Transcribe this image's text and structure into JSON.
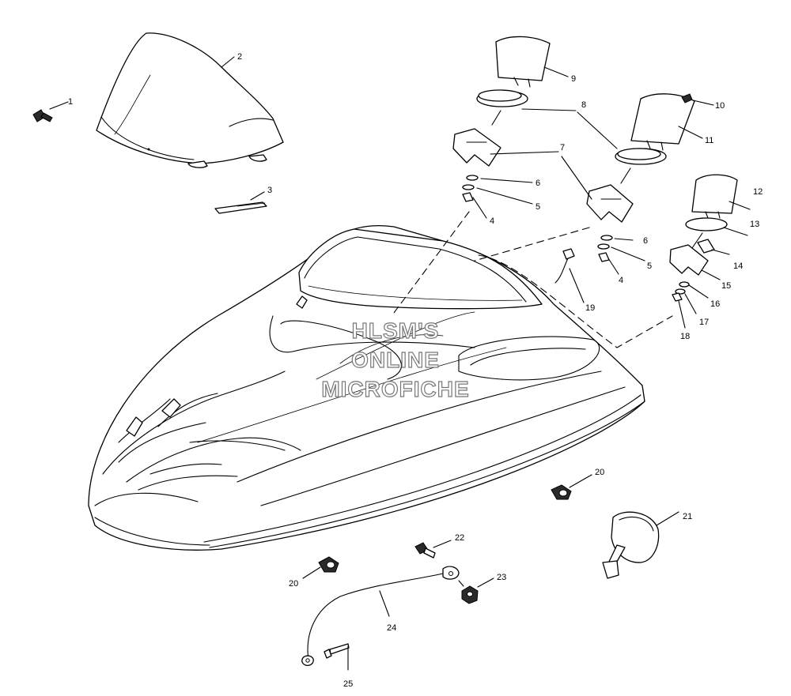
{
  "watermark": {
    "line1": "HLSM'S",
    "line2": "ONLINE",
    "line3": "MICROFICHE"
  },
  "callouts": {
    "c1": "1",
    "c2": "2",
    "c3": "3",
    "c4a": "4",
    "c5a": "5",
    "c6a": "6",
    "c7": "7",
    "c8": "8",
    "c9": "9",
    "c10": "10",
    "c11": "11",
    "c12": "12",
    "c13": "13",
    "c14": "14",
    "c15": "15",
    "c16": "16",
    "c17": "17",
    "c18": "18",
    "c19": "19",
    "c6b": "6",
    "c5b": "5",
    "c4b": "4",
    "c20a": "20",
    "c20b": "20",
    "c21": "21",
    "c22": "22",
    "c23": "23",
    "c24": "24",
    "c25": "25"
  }
}
